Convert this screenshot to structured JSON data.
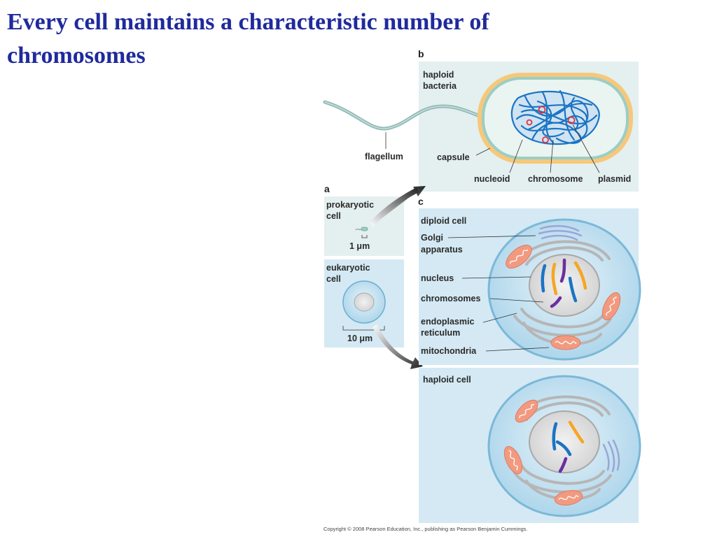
{
  "title": "Every cell maintains a characteristic number of chromosomes",
  "panels": {
    "a": {
      "letter": "a",
      "prokaryotic": {
        "label1": "prokaryotic",
        "label2": "cell",
        "scale": "1 μm"
      },
      "eukaryotic": {
        "label1": "eukaryotic",
        "label2": "cell",
        "scale": "10 μm"
      }
    },
    "b": {
      "letter": "b",
      "label1": "haploid",
      "label2": "bacteria",
      "flagellum": "flagellum",
      "capsule": "capsule",
      "nucleoid": "nucleoid",
      "chromosome": "chromosome",
      "plasmid": "plasmid"
    },
    "c": {
      "letter": "c",
      "diploid": {
        "title": "diploid cell",
        "golgi1": "Golgi",
        "golgi2": "apparatus",
        "nucleus": "nucleus",
        "chromosomes": "chromosomes",
        "er1": "endoplasmic",
        "er2": "reticulum",
        "mitochondria": "mitochondria"
      },
      "haploid": {
        "title": "haploid cell"
      }
    }
  },
  "copyright": "Copyright © 2008 Pearson Education, Inc., publishing as Pearson Benjamin Cummings.",
  "colors": {
    "title": "#1f2a9c",
    "panel_bg": "#e4efef",
    "blue_panel_bg": "#d4e9f3",
    "chromosome_blue": "#1b74c4",
    "chromosome_orange": "#f5a623",
    "chromosome_purple": "#6a2fa0",
    "mitochondria": "#f29a80"
  }
}
